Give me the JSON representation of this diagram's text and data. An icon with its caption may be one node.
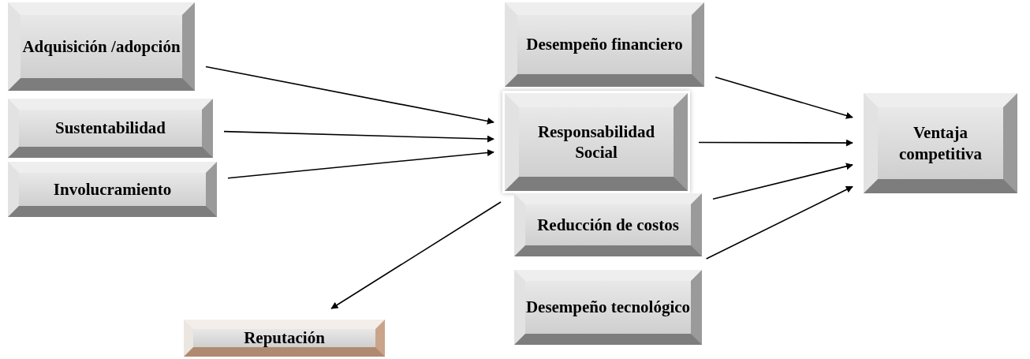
{
  "diagram": {
    "nodes": [
      {
        "text": [
          "Adquisición /adopción"
        ]
      },
      {
        "text": [
          "Sustentabilidad"
        ]
      },
      {
        "text": [
          "Involucramiento"
        ]
      },
      {
        "text": [
          "Desempeño financiero"
        ]
      },
      {
        "text": [
          "Responsabilidad Social"
        ]
      },
      {
        "text": [
          "Ventaja competitiva"
        ]
      },
      {
        "text": [
          "Reducción de costos"
        ]
      },
      {
        "text": [
          "Desempeño tecnológico"
        ]
      },
      {
        "text": [
          "Reputación"
        ]
      }
    ],
    "edges": [
      {
        "from": 0,
        "to": 4,
        "arrow": "to"
      },
      {
        "from": 1,
        "to": 4,
        "arrow": "to"
      },
      {
        "from": 2,
        "to": 4,
        "arrow": "to"
      },
      {
        "from": 4,
        "to": 8,
        "arrow": "to"
      },
      {
        "from": 3,
        "to": 5,
        "arrow": "to"
      },
      {
        "from": 4,
        "to": 5,
        "arrow": "to"
      },
      {
        "from": 6,
        "to": 5,
        "arrow": "to"
      },
      {
        "from": 7,
        "to": 5,
        "arrow": "to"
      }
    ]
  }
}
